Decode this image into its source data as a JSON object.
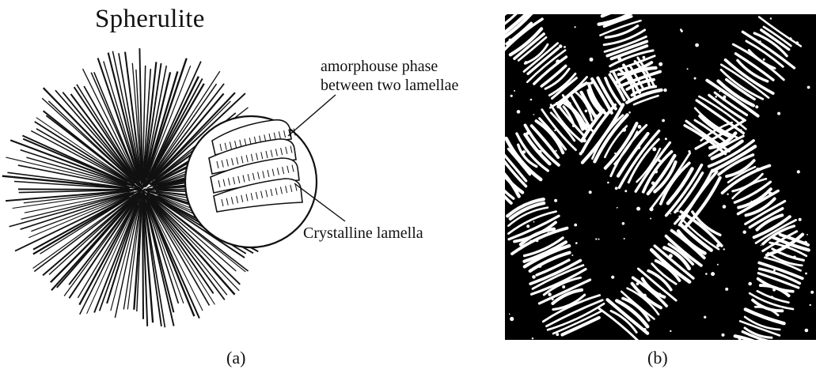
{
  "panel_a": {
    "title": "Spherulite",
    "label_amorphous_line1": "amorphouse phase",
    "label_amorphous_line2": "between two lamellae",
    "label_crystalline": "Crystalline lamella",
    "caption": "(a)"
  },
  "panel_b": {
    "caption": "(b)"
  },
  "colors": {
    "ink": "#111111",
    "background": "#ffffff",
    "micrograph_dark": "#000000",
    "micrograph_light": "#ffffff"
  }
}
